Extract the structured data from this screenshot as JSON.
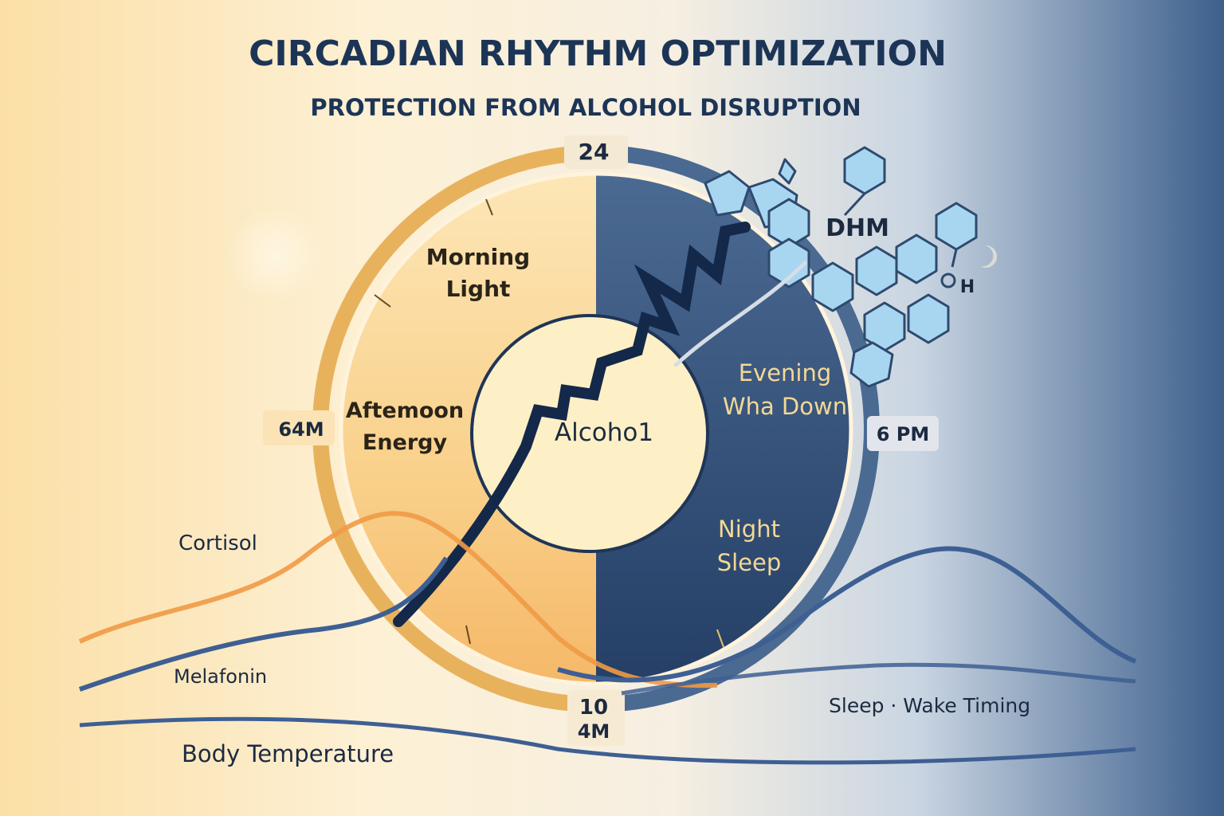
{
  "header": {
    "title": "CIRCADIAN RHYTHM OPTIMIZATION",
    "subtitle": "PROTECTION FROM ALCOHOL DISRUPTION"
  },
  "clock": {
    "top_label": "24",
    "left_label": "64M",
    "right_label": "6 PM",
    "bottom_label_1": "10",
    "bottom_label_2": "4M",
    "center_label": "Alcoho1"
  },
  "segments": {
    "morning_1": "Morning",
    "morning_2": "Light",
    "afternoon_1": "Aftemoon",
    "afternoon_2": "Energy",
    "evening_1": "Evening",
    "evening_2": "Wha Down",
    "night_1": "Night",
    "night_2": "Sleep"
  },
  "molecule": {
    "label": "DHM",
    "group_label": "H"
  },
  "curves": {
    "cortisol": "Cortisol",
    "melatonin": "Melafonin",
    "body_temperature": "Body Temperature",
    "sleep_wake": "Sleep · Wake Timing"
  },
  "colors": {
    "day": "#f7c77a",
    "night": "#2f4b72",
    "cortisol": "#ef9a45",
    "melatonin": "#3e5f93",
    "molecule": "#9fd1ef",
    "title": "#1c3556"
  }
}
